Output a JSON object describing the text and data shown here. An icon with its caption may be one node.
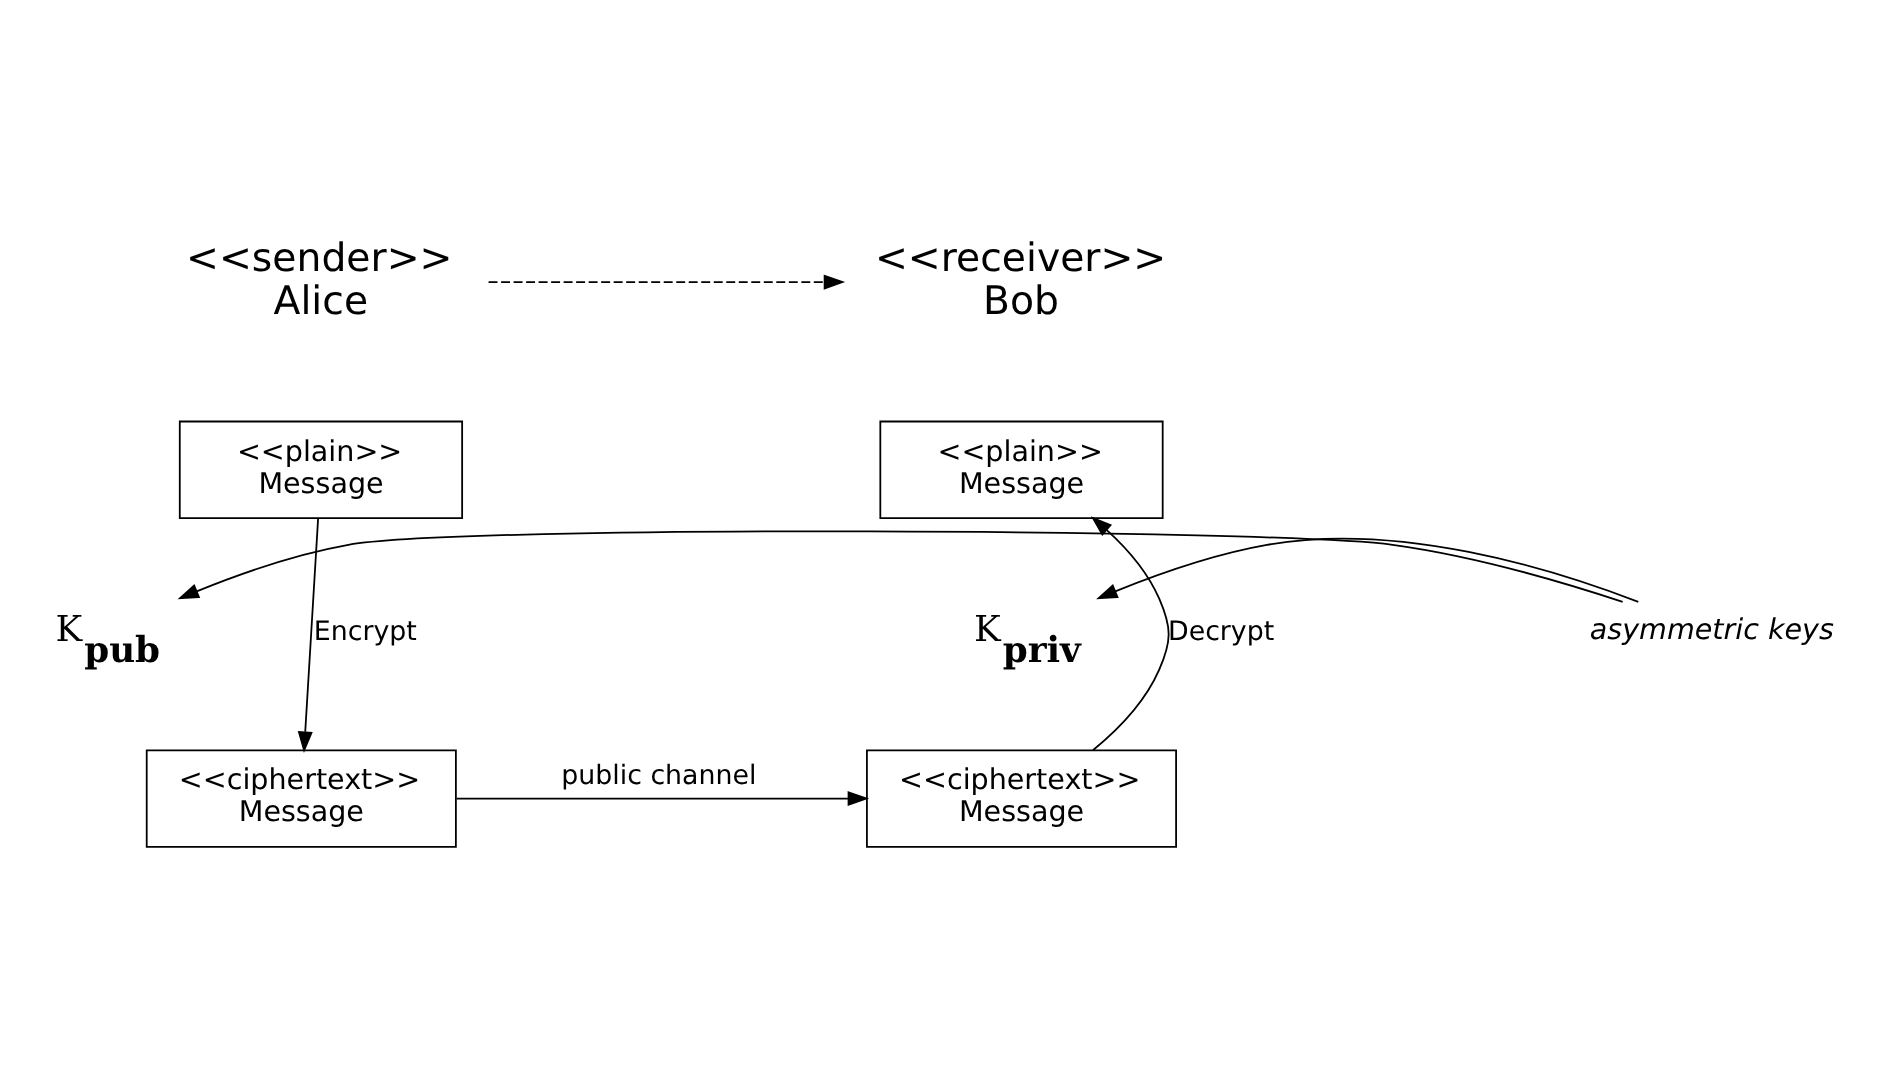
{
  "diagram": {
    "nodes": [
      {
        "text": [
          "<<sender>>",
          "Alice"
        ]
      },
      {
        "text": [
          "<<receiver>>",
          "Bob"
        ]
      },
      {
        "text": [
          "<<plain>>",
          "Message"
        ]
      },
      {
        "text": [
          "<<plain>>",
          "Message"
        ]
      },
      {
        "text": [
          "K$_{pub}$"
        ]
      },
      {
        "text": [
          "asymmetric keys"
        ]
      },
      {
        "text": [
          "K$_{priv}$"
        ]
      },
      {
        "text": [
          "<<ciphertext>>",
          "Message"
        ]
      },
      {
        "text": [
          "<<ciphertext>>",
          "Message"
        ]
      }
    ],
    "edges": [
      {
        "from": 0,
        "to": 1,
        "arrow": "to",
        "style": "dashed"
      },
      {
        "from": 2,
        "to": 7,
        "arrow": "to",
        "label": "Encrypt"
      },
      {
        "from": 8,
        "to": 3,
        "arrow": "to",
        "label": "Decrypt"
      },
      {
        "from": 5,
        "to": 4,
        "arrow": "to"
      },
      {
        "from": 5,
        "to": 6,
        "arrow": "to"
      },
      {
        "from": 7,
        "to": 8,
        "arrow": "to",
        "label": "public channel"
      }
    ]
  }
}
